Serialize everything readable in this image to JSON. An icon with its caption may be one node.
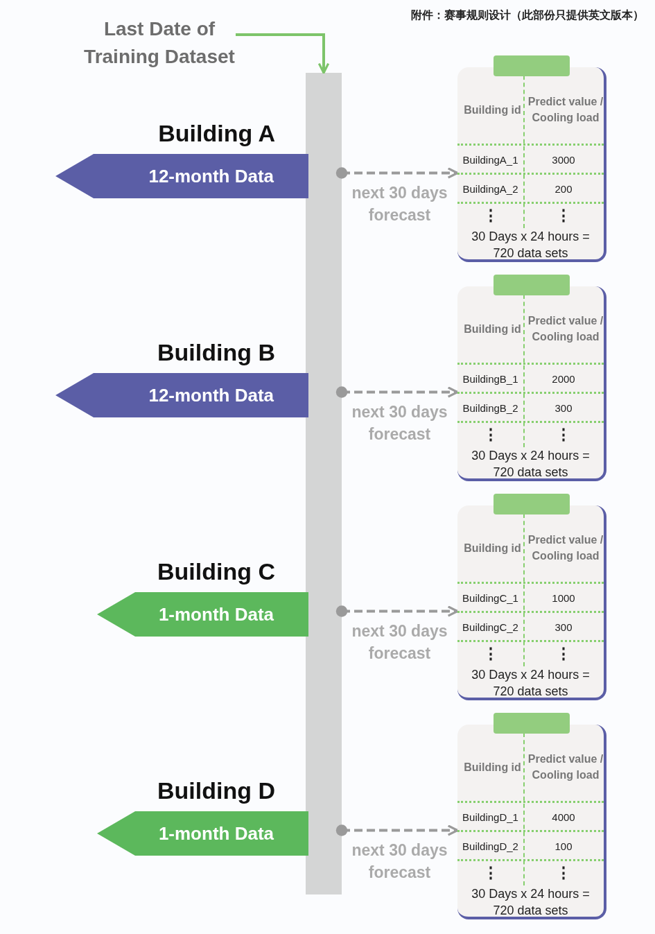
{
  "diagram": {
    "nodes": [
      {
        "text": [
          "Last Date of Training Dataset"
        ]
      },
      {
        "text": [],
        "shape": "bar"
      },
      {
        "text": [
          "Building A",
          "12-month Data"
        ]
      },
      {
        "text": [
          "Building id",
          "Predict value / Cooling load",
          "BuildingA_1",
          "3000",
          "BuildingA_2",
          "200",
          "⋮",
          "⋮",
          "30 Days x 24 hours = 720 data sets"
        ]
      },
      {
        "text": [
          "Building B",
          "12-month Data"
        ]
      },
      {
        "text": [
          "Building id",
          "Predict value / Cooling load",
          "BuildingB_1",
          "2000",
          "BuildingB_2",
          "300",
          "⋮",
          "⋮",
          "30 Days x 24 hours = 720 data sets"
        ]
      },
      {
        "text": [
          "Building C",
          "1-month Data"
        ]
      },
      {
        "text": [
          "Building id",
          "Predict value / Cooling load",
          "BuildingC_1",
          "1000",
          "BuildingC_2",
          "300",
          "⋮",
          "⋮",
          "30 Days x 24 hours = 720 data sets"
        ]
      },
      {
        "text": [
          "Building D",
          "1-month Data"
        ]
      },
      {
        "text": [
          "Building id",
          "Predict value / Cooling load",
          "BuildingD_1",
          "4000",
          "BuildingD_2",
          "100",
          "⋮",
          "⋮",
          "30 Days x 24 hours = 720 data sets"
        ]
      },
      {
        "text": [],
        "shape": "box"
      },
      {
        "text": [],
        "shape": "box"
      },
      {
        "text": [],
        "shape": "box"
      },
      {
        "text": [],
        "shape": "box"
      }
    ],
    "edges": [
      {
        "from": 0,
        "to": 1,
        "arrow": "to",
        "color": "#7dc46a"
      },
      {
        "from": 1,
        "to": 3,
        "arrow": "to",
        "style": "dashed",
        "label": "next 30 days forecast"
      },
      {
        "from": 1,
        "to": 5,
        "arrow": "to",
        "style": "dashed",
        "label": "next 30 days forecast"
      },
      {
        "from": 1,
        "to": 7,
        "arrow": "to",
        "style": "dashed",
        "label": "next 30 days forecast"
      },
      {
        "from": 1,
        "to": 9,
        "arrow": "to",
        "style": "dashed",
        "label": "next 30 days forecast"
      }
    ],
    "labels": [
      "附件：赛事规则设计（此部份只提供英文版本）"
    ]
  }
}
